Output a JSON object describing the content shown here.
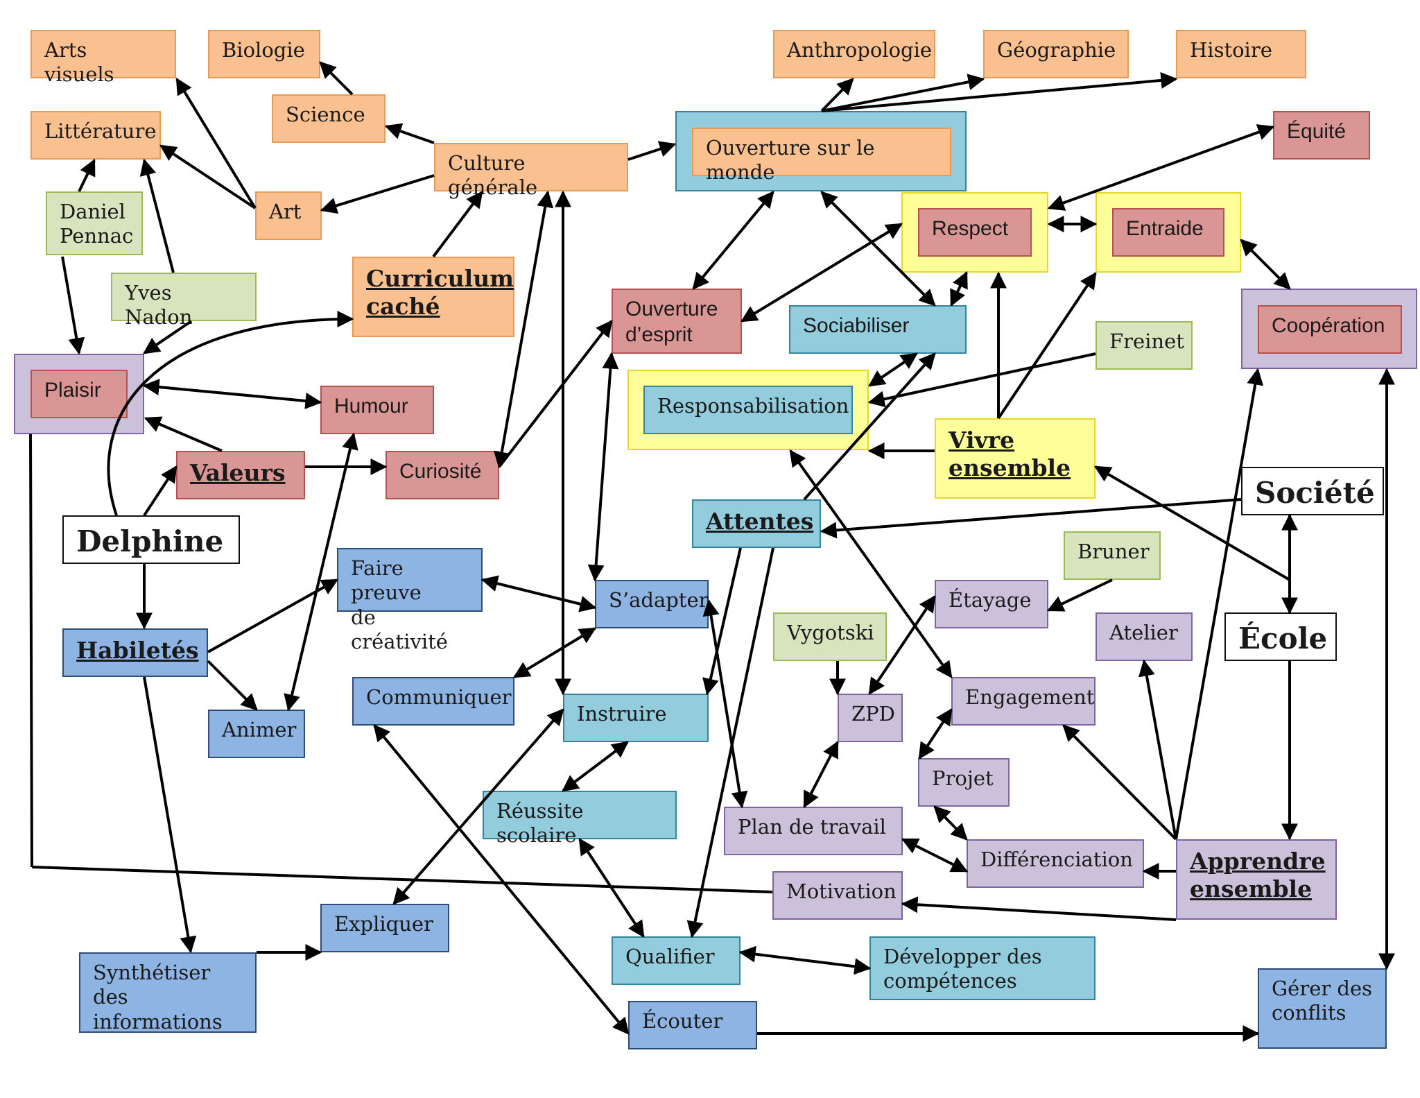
{
  "nodes": {
    "arts_visuels": "Arts visuels",
    "biologie": "Biologie",
    "litterature": "Littérature",
    "science": "Science",
    "culture_generale": "Culture générale",
    "art": "Art",
    "daniel_pennac": "Daniel\nPennac",
    "yves_nadon": "Yves Nadon",
    "curriculum_cache": "Curriculum\ncaché",
    "plaisir": "Plaisir",
    "humour": "Humour",
    "valeurs": "Valeurs",
    "curiosite": "Curiosité",
    "delphine": "Delphine",
    "anthropologie": "Anthropologie",
    "geographie": "Géographie",
    "histoire": "Histoire",
    "ouverture_monde": "Ouverture sur le monde",
    "equite": "Équité",
    "respect": "Respect",
    "entraide": "Entraide",
    "ouverture_esprit": "Ouverture\nd’esprit",
    "sociabiliser": "Sociabiliser",
    "cooperation": "Coopération",
    "freinet": "Freinet",
    "responsabilisation": "Responsabilisation",
    "vivre_ensemble": "Vivre\nensemble",
    "societe": "Société",
    "attentes": "Attentes",
    "faire_preuve": "Faire preuve\nde créativité",
    "s_adapter": "S’adapter",
    "bruner": "Bruner",
    "etayage": "Étayage",
    "vygotski": "Vygotski",
    "atelier": "Atelier",
    "ecole": "École",
    "habiletes": "Habiletés",
    "animer": "Animer",
    "communiquer": "Communiquer",
    "instruire": "Instruire",
    "zpd": "ZPD",
    "engagement": "Engagement",
    "projet": "Projet",
    "reussite_scolaire": "Réussite scolaire",
    "plan_travail": "Plan de travail",
    "differenciation": "Différenciation",
    "apprendre_ensemble": "Apprendre\nensemble",
    "motivation": "Motivation",
    "expliquer": "Expliquer",
    "synthetiser": "Synthétiser des\ninformations",
    "qualifier": "Qualifier",
    "developper": "Développer des\ncompétences",
    "ecouter": "Écouter",
    "gerer_conflits": "Gérer des\nconflits"
  },
  "colors": {
    "orange": "#fac090",
    "red": "#d99694",
    "green": "#d7e4bd",
    "purple": "#ccc1da",
    "blue": "#8eb4e3",
    "teal": "#93cddd",
    "yellow": "#ffff99",
    "arrow": "#000000"
  }
}
